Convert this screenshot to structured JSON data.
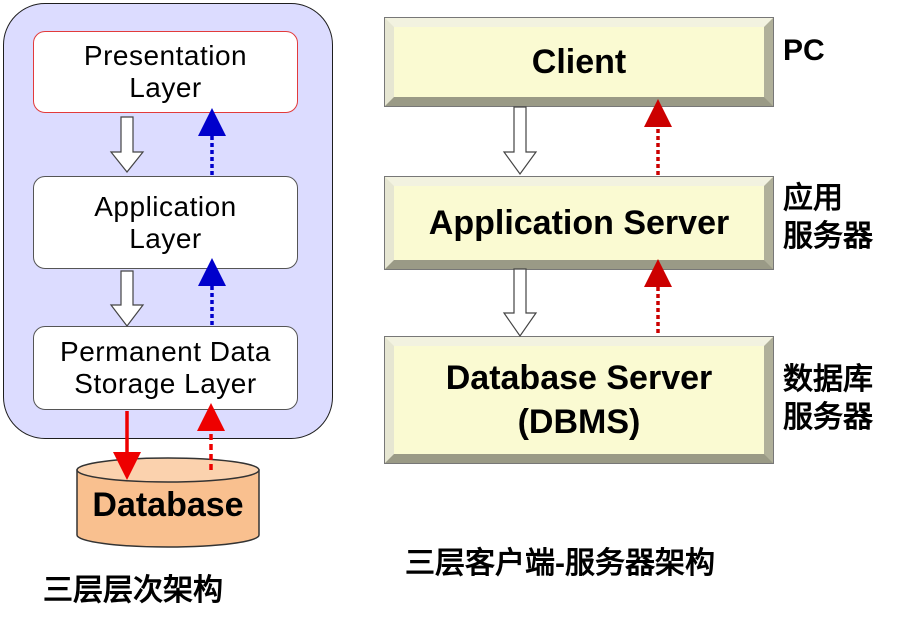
{
  "left_diagram": {
    "layers": [
      {
        "label": "Presentation\nLayer"
      },
      {
        "label": "Application\nLayer"
      },
      {
        "label": "Permanent Data\nStorage Layer"
      }
    ],
    "database_label": "Database",
    "caption": "三层层次架构"
  },
  "right_diagram": {
    "tiers": [
      {
        "label": "Client",
        "side_label": "PC"
      },
      {
        "label": "Application Server",
        "side_label": "应用\n服务器"
      },
      {
        "label": "Database Server\n(DBMS)",
        "side_label": "数据库\n服务器"
      }
    ],
    "caption": "三层客户端-服务器架构"
  },
  "colors": {
    "container_fill": "#dcdcff",
    "tier_fill": "#fafad2",
    "database_fill": "#f9c08f",
    "return_arrow_blue": "#0000cc",
    "return_arrow_red": "#cc0000",
    "db_arrow_red": "#ee0000"
  }
}
